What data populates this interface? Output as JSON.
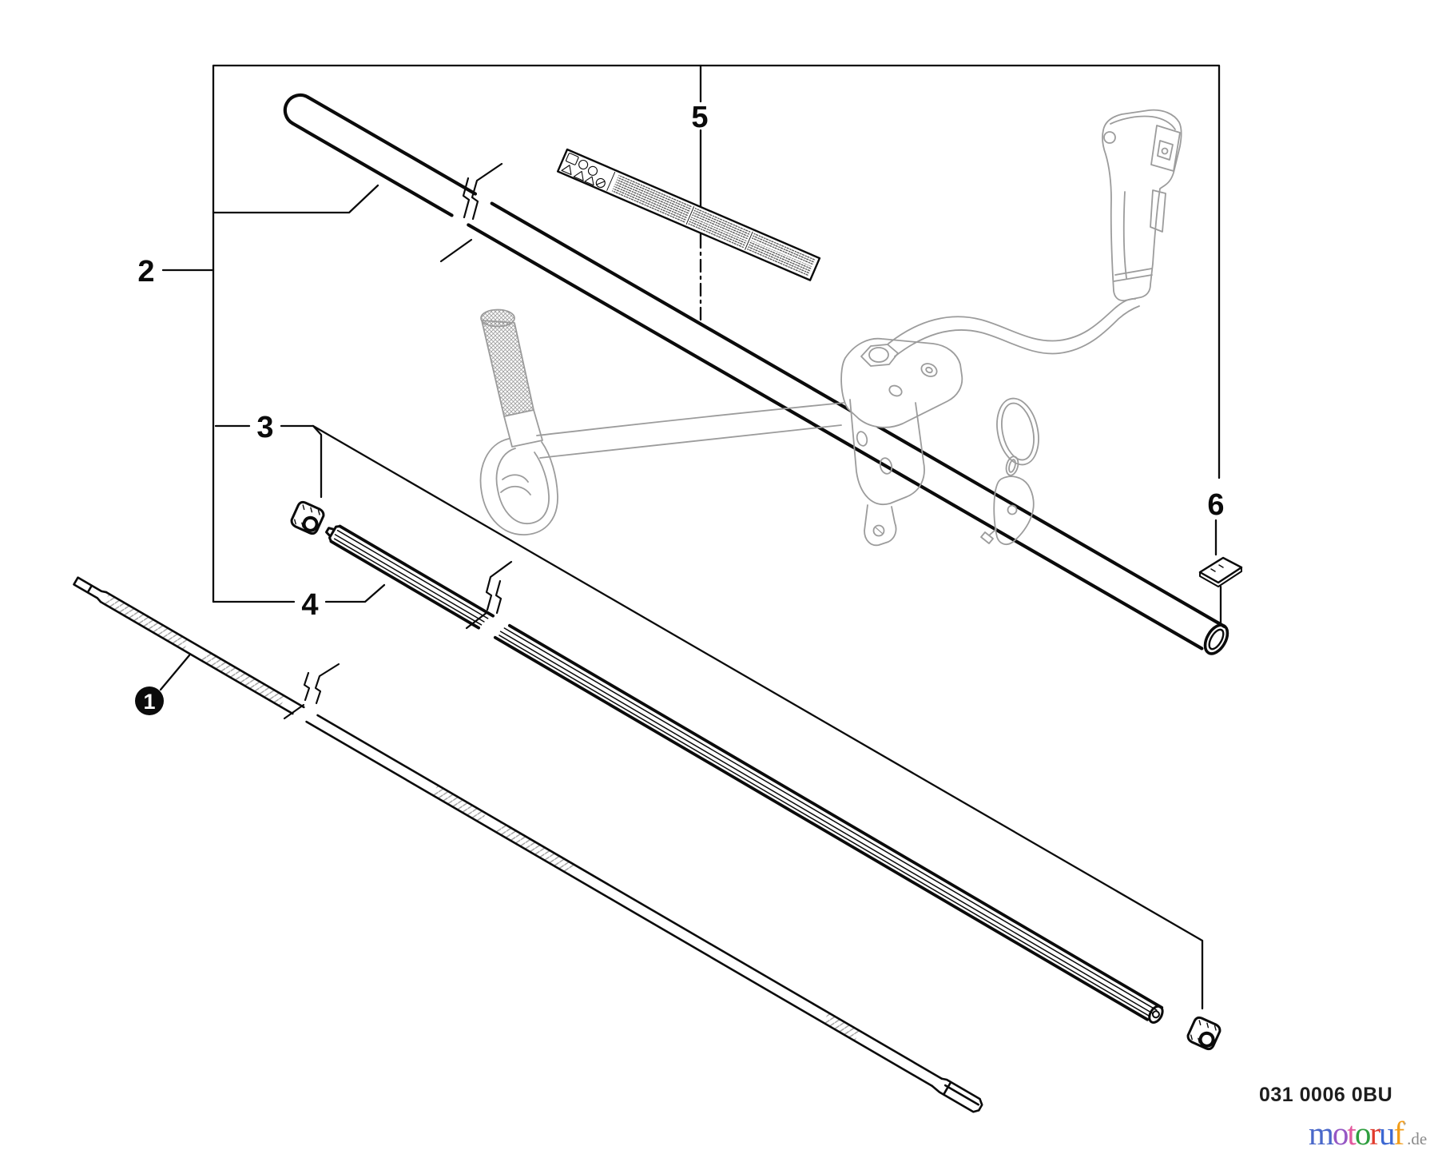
{
  "colors": {
    "line": "#0b0b0b",
    "ghost": "#9c9c9c"
  },
  "callouts": {
    "1": "1",
    "2": "2",
    "3": "3",
    "4": "4",
    "5": "5",
    "6": "6"
  },
  "safety_label": {
    "icons": [
      "read-manual-icon",
      "eye-protection-icon",
      "ear-protection-icon",
      "warning-triangle-icon",
      "thrown-objects-warning-icon",
      "no-bystanders-icon"
    ]
  },
  "footer": {
    "part_code": "031 0006 0BU"
  },
  "watermark": {
    "letters": [
      {
        "ch": "m",
        "color": "#4a68ca"
      },
      {
        "ch": "o",
        "color": "#9557c4"
      },
      {
        "ch": "t",
        "color": "#e2599e"
      },
      {
        "ch": "o",
        "color": "#2f9e3f"
      },
      {
        "ch": "r",
        "color": "#e13a2c"
      },
      {
        "ch": "u",
        "color": "#3d68d2"
      },
      {
        "ch": "f",
        "color": "#f29c18"
      }
    ],
    "mark": "’",
    "suffix": ".de"
  }
}
